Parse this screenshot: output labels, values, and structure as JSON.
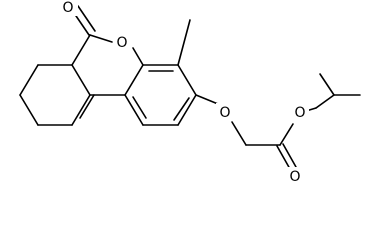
{
  "structure": {
    "atom_labels": {
      "carbonyl_oxygen": "O",
      "ring_oxygen": "O",
      "ether_oxygen": "O",
      "ester_oxygen": "O",
      "ester_carbonyl_oxygen": "O"
    },
    "colors": {
      "bond": "#000000",
      "label": "#000000",
      "background": "#ffffff"
    }
  }
}
